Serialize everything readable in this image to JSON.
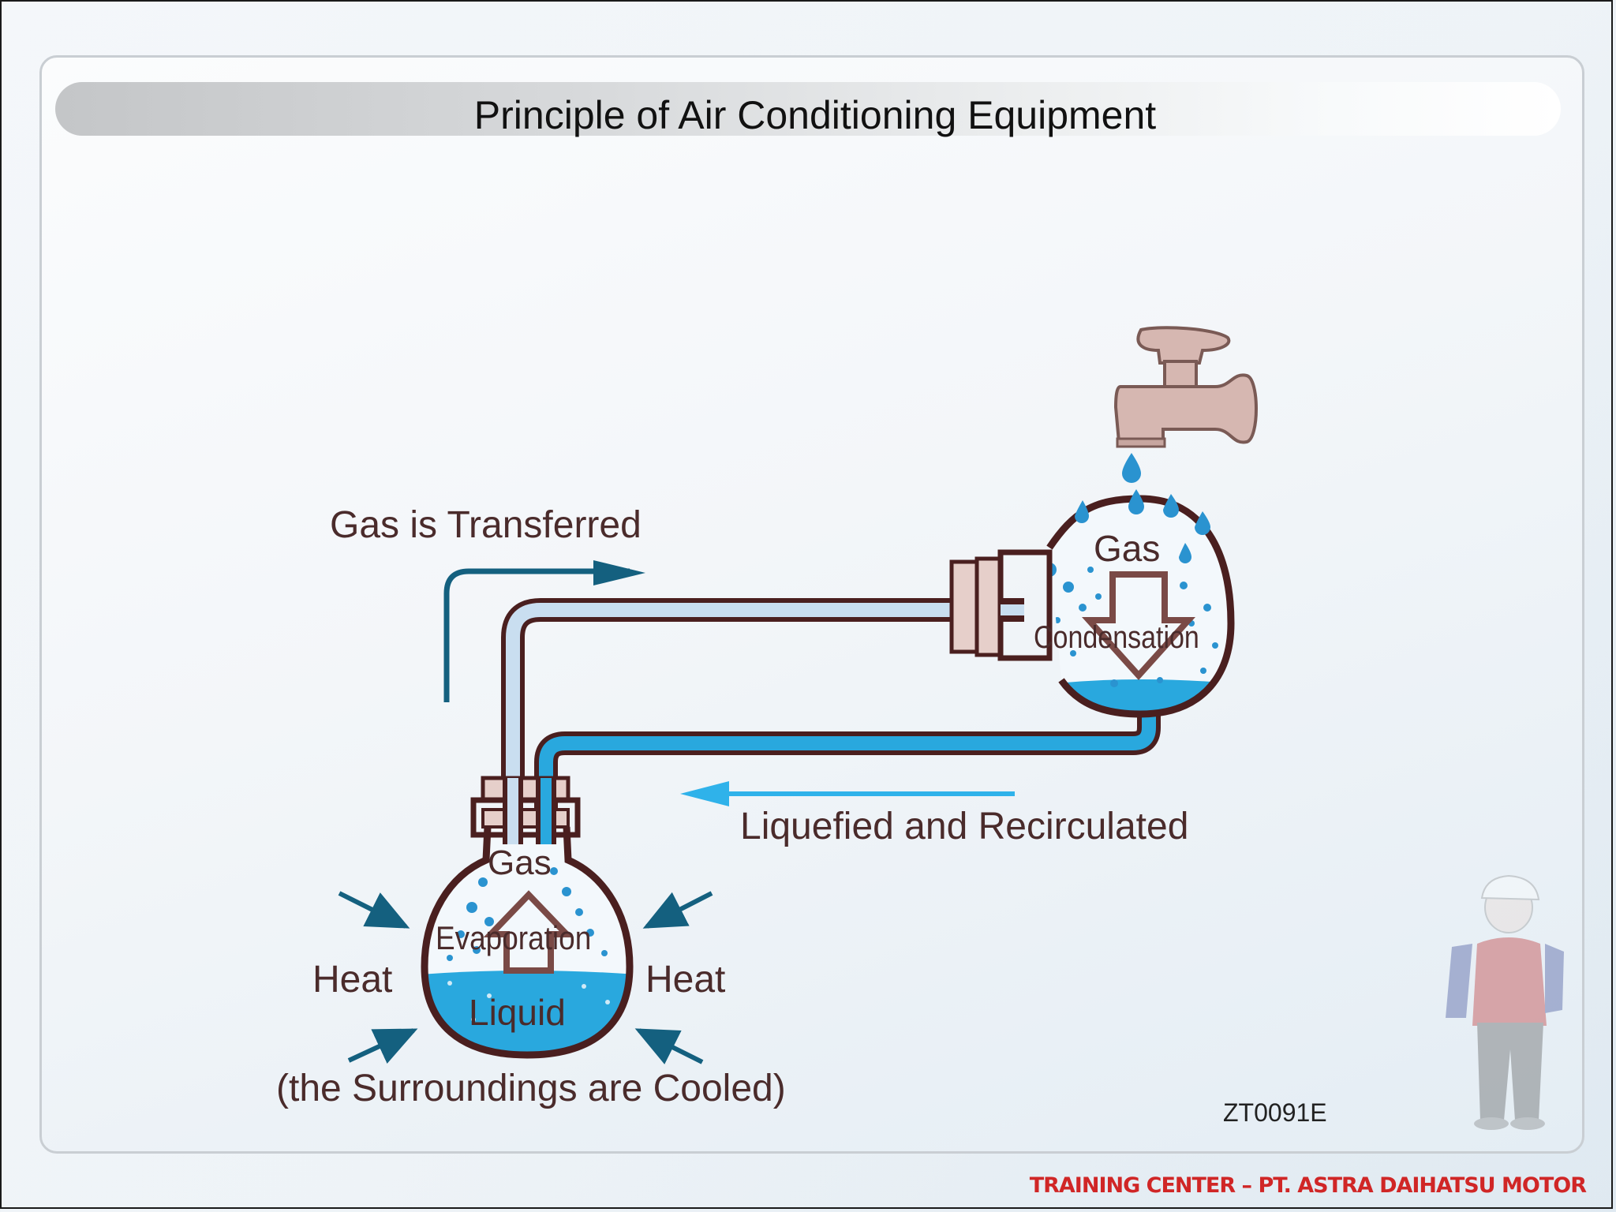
{
  "slide": {
    "title": "Principle of Air Conditioning Equipment",
    "footer": "TRAINING CENTER – PT. ASTRA DAIHATSU MOTOR",
    "figure_code": "ZT0091E"
  },
  "diagram": {
    "labels": {
      "gas_transferred": "Gas is Transferred",
      "liquefied": "Liquefied and Recirculated",
      "condenser_gas": "Gas",
      "condensation": "Condensation",
      "evaporator_gas": "Gas",
      "evaporation": "Evaporation",
      "liquid": "Liquid",
      "heat_left": "Heat",
      "heat_right": "Heat",
      "surroundings": "(the Surroundings are Cooled)"
    },
    "colors": {
      "outline": "#4a1f1f",
      "liquid": "#29a8de",
      "pipe_light": "#c9def0",
      "arrow_blue": "#14607f",
      "arrow_light_blue": "#2fb2ea",
      "faucet": "#d6b7b1",
      "droplet": "#2a93d0"
    },
    "icons": [
      "faucet-icon",
      "mechanic-mascot"
    ]
  }
}
